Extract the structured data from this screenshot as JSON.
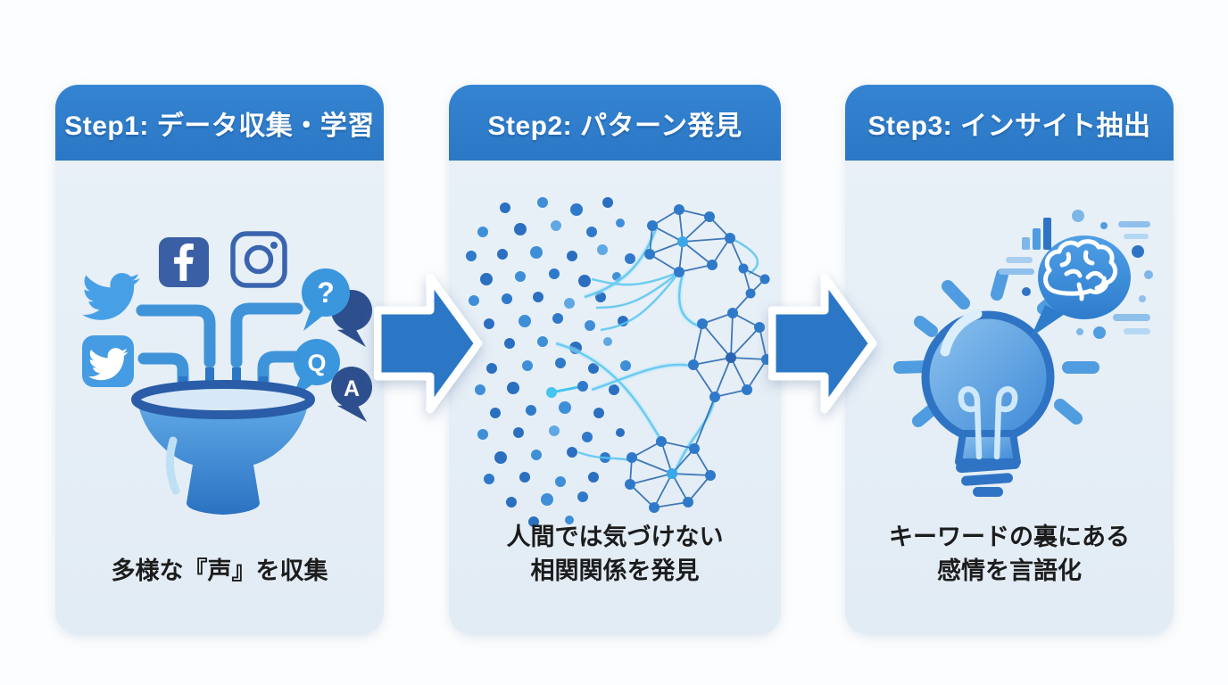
{
  "figure_type": "three-step-process-flow",
  "language": "ja",
  "steps": [
    {
      "number": 1,
      "title": "Step1: データ収集・学習",
      "caption_lines": [
        "多様な『声』を収集"
      ],
      "illustration": "social-media-sources-into-funnel",
      "icons": [
        "twitter-bird-icon",
        "facebook-icon",
        "instagram-icon",
        "question-bubble-icon",
        "qa-bubbles-icon",
        "twitter-square-icon",
        "funnel-icon",
        "down-arrows-icon"
      ]
    },
    {
      "number": 2,
      "title": "Step2: パターン発見",
      "caption_lines": [
        "人間では気づけない",
        "相関関係を発見"
      ],
      "illustration": "scattered-dots-forming-network-clusters",
      "icons": [
        "dot-cloud-icon",
        "network-cluster-icon"
      ]
    },
    {
      "number": 3,
      "title": "Step3: インサイト抽出",
      "caption_lines": [
        "キーワードの裏にある",
        "感情を言語化"
      ],
      "illustration": "glowing-lightbulb-with-brain-speech-bubble",
      "icons": [
        "lightbulb-icon",
        "light-rays-icon",
        "brain-bubble-icon",
        "mini-bar-chart-icon",
        "deco-dashes-icon",
        "deco-dots-icon"
      ]
    }
  ],
  "bubble_labels": {
    "question_mark": "?",
    "q": "Q",
    "a": "A"
  },
  "colors": {
    "header_blue": "#2b77c5",
    "card_bg": "#eaf1f8",
    "arrow_blue": "#2b77c5",
    "caption_text": "#1c1c1c",
    "icon_blue": "#3f93d8",
    "icon_navy": "#2d4f8e",
    "icon_light_blue": "#47a0e6",
    "accent_cyan": "#59c6f0",
    "white": "#ffffff"
  }
}
